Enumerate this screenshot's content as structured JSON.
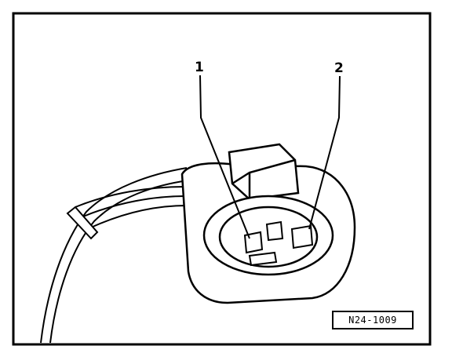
{
  "figure": {
    "callouts": [
      {
        "number": "1"
      },
      {
        "number": "2"
      }
    ],
    "reference_code": "N24-1009"
  },
  "colors": {
    "line": "#000000",
    "background": "#ffffff"
  }
}
